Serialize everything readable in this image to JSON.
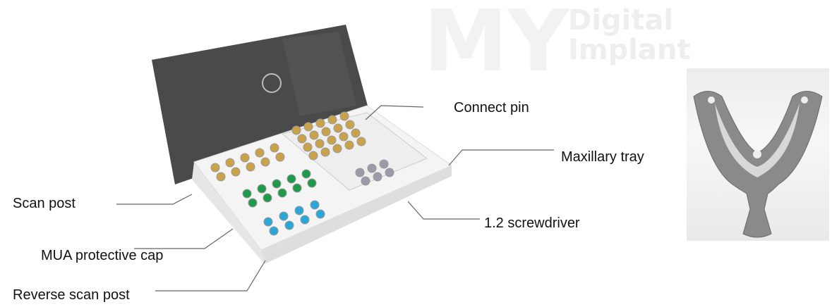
{
  "watermark": {
    "brand": "MY",
    "line1": "Digital",
    "line2": "Implant"
  },
  "labels": {
    "connect_pin": "Connect pin",
    "maxillary_tray": "Maxillary tray",
    "scan_post": "Scan post",
    "screwdriver": "1.2 screwdriver",
    "mua_cap": "MUA protective cap",
    "reverse_scan_post": "Reverse scan post"
  },
  "colors": {
    "lid": "#3a3a3a",
    "tray": "#f4f4f4",
    "gold": "#c9a24a",
    "green": "#1f9a4a",
    "blue": "#2aa6d8",
    "leader": "#555555"
  }
}
